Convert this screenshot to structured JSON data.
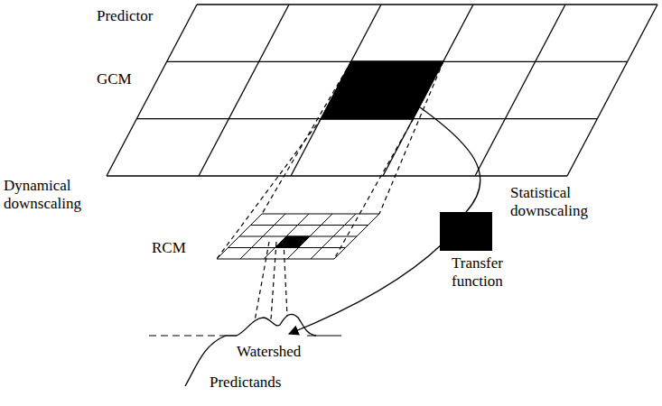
{
  "diagram": {
    "labels": [
      "Predictor",
      "GCM",
      "Dynamical downscaling",
      "Statistical downscaling",
      "RCM",
      "Transfer function",
      "Watershed",
      "Predictands"
    ]
  }
}
